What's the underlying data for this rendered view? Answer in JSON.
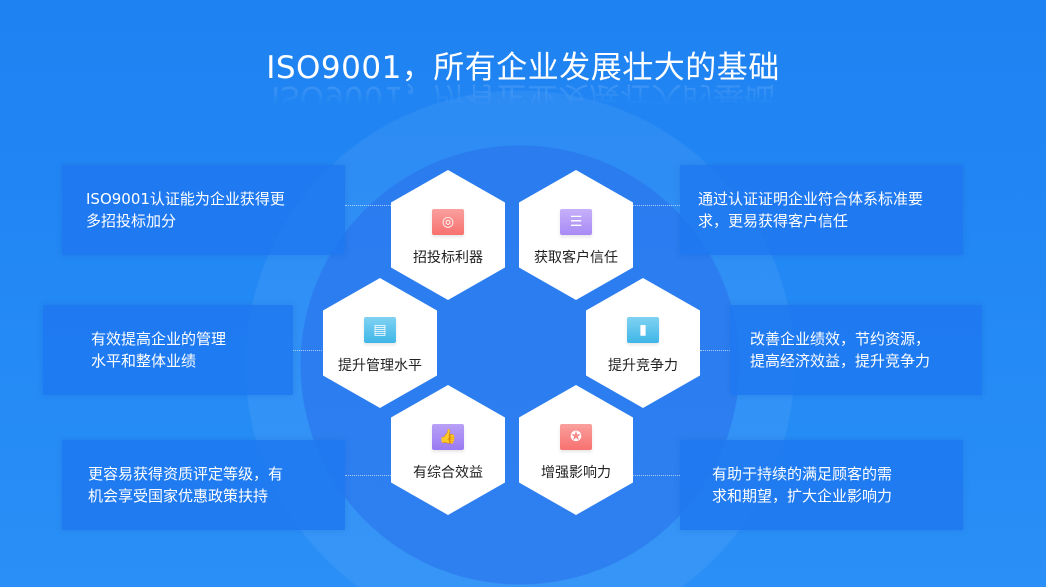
{
  "title": "ISO9001，所有企业发展壮大的基础",
  "hexagons": [
    {
      "label": "招投标利器",
      "icon": "target-icon",
      "color": "#f8716f"
    },
    {
      "label": "获取客户信任",
      "icon": "id-card-icon",
      "color": "#a98af5"
    },
    {
      "label": "提升管理水平",
      "icon": "document-gear-icon",
      "color": "#3fb6e8"
    },
    {
      "label": "提升竞争力",
      "icon": "bar-chart-icon",
      "color": "#3fb6e8"
    },
    {
      "label": "有综合效益",
      "icon": "thumbs-up-icon",
      "color": "#9a7af2"
    },
    {
      "label": "增强影响力",
      "icon": "medal-icon",
      "color": "#f8716f"
    }
  ],
  "boxes": {
    "left": [
      {
        "line1": "ISO9001认证能为企业获得更",
        "line2": "多招投标加分"
      },
      {
        "line1": "有效提高企业的管理",
        "line2": "水平和整体业绩"
      },
      {
        "line1": "更容易获得资质评定等级，有",
        "line2": "机会享受国家优惠政策扶持"
      }
    ],
    "right": [
      {
        "line1": "通过认证证明企业符合体系标准要",
        "line2": "求，更易获得客户信任"
      },
      {
        "line1": "改善企业绩效，节约资源，",
        "line2": "提高经济效益，提升竞争力"
      },
      {
        "line1": "有助于持续的满足顾客的需",
        "line2": "求和期望，扩大企业影响力"
      }
    ]
  }
}
